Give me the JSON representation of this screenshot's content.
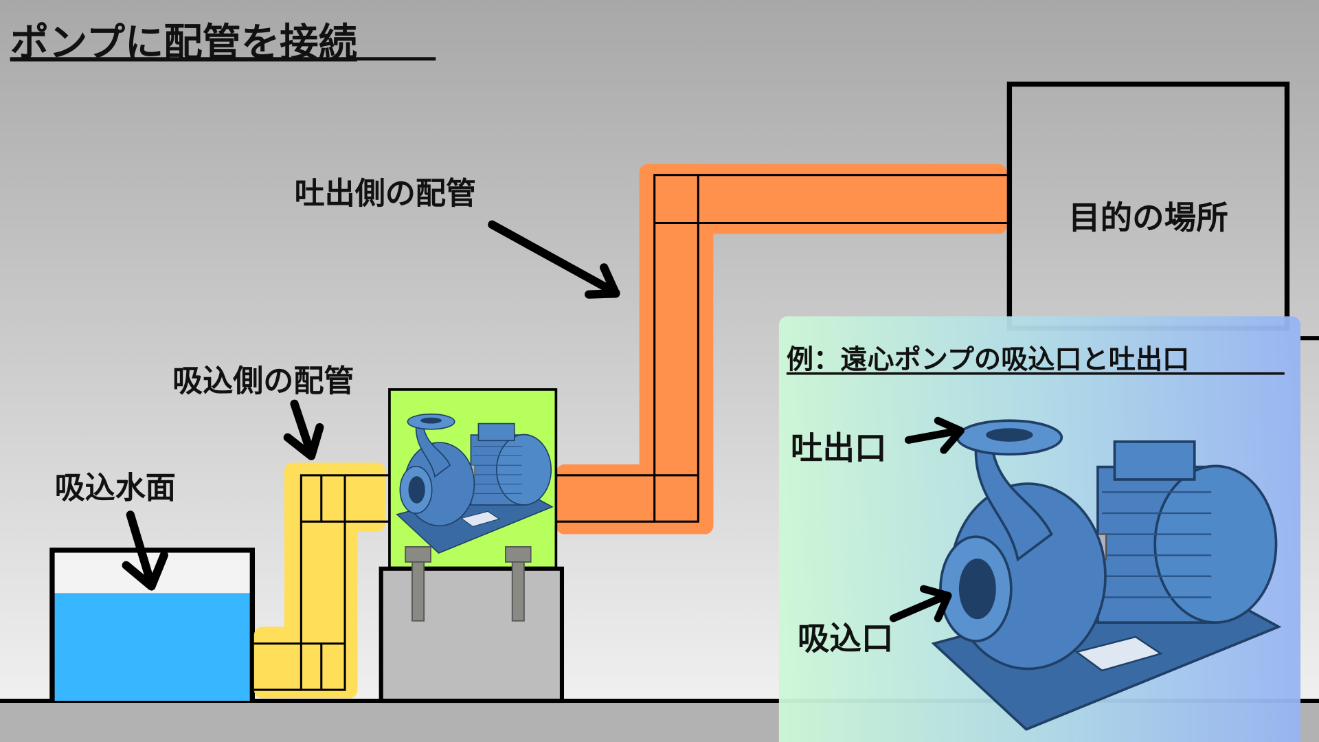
{
  "title": "ポンプに配管を接続",
  "labels": {
    "suction_water_level": "吸込水面",
    "suction_pipe": "吸込側の配管",
    "discharge_pipe": "吐出側の配管",
    "destination": "目的の場所"
  },
  "inset": {
    "title": "例：遠心ポンプの吸込口と吐出口",
    "discharge_port": "吐出口",
    "suction_port": "吸込口"
  },
  "colors": {
    "water": "#38b6ff",
    "suction_pipe": "#ffde59",
    "discharge_pipe": "#ff914d",
    "pump_box": "#b6ff5c",
    "pump_body": "#4a80bf"
  }
}
